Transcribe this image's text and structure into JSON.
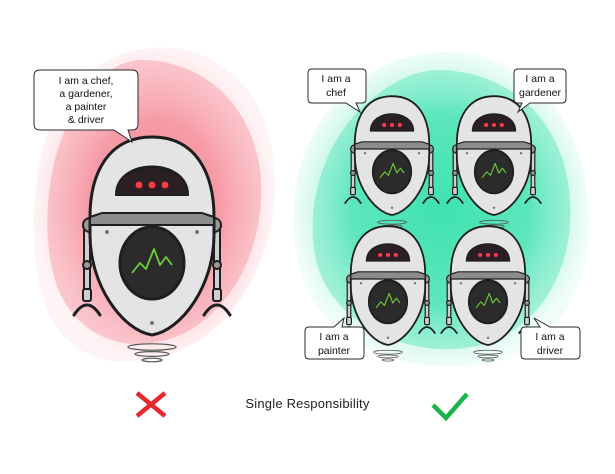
{
  "caption": "Single Responsibility",
  "left_panel": {
    "verdict_icon": "cross-icon",
    "bubble_lines": [
      "I am a chef,",
      "a gardener,",
      "a painter",
      "& driver"
    ],
    "aura_color": "#f47a8a"
  },
  "right_panel": {
    "verdict_icon": "check-icon",
    "aura_color": "#2fe0a8",
    "bubbles": [
      {
        "lines": [
          "I am a",
          "chef"
        ]
      },
      {
        "lines": [
          "I am a",
          "gardener"
        ]
      },
      {
        "lines": [
          "I am a",
          "painter"
        ]
      },
      {
        "lines": [
          "I am a",
          "driver"
        ]
      }
    ]
  },
  "colors": {
    "cross": "#e8262d",
    "check": "#1cb34a",
    "robot_body": "#e4e4e4",
    "robot_outline": "#1e1e1e",
    "eye": "#ff3b4a",
    "screen_wave": "#6fcf3a"
  }
}
